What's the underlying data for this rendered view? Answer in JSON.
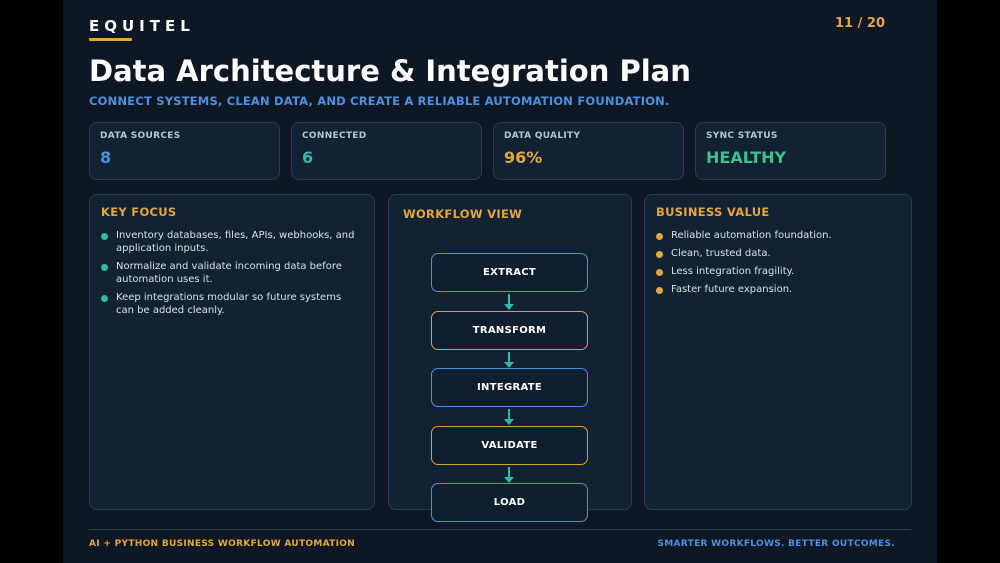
{
  "header": {
    "brand": "EQUITEL",
    "page_indicator": "11 / 20"
  },
  "title": "Data Architecture & Integration Plan",
  "subtitle": "CONNECT SYSTEMS, CLEAN DATA, AND CREATE A RELIABLE AUTOMATION FOUNDATION.",
  "stats": [
    {
      "label": "DATA SOURCES",
      "value": "8",
      "color": "#4d8fe0"
    },
    {
      "label": "CONNECTED",
      "value": "6",
      "color": "#30b9a6"
    },
    {
      "label": "DATA QUALITY",
      "value": "96%",
      "color": "#e3a73c"
    },
    {
      "label": "SYNC STATUS",
      "value": "HEALTHY",
      "color": "#3fbf8a"
    }
  ],
  "key_focus": {
    "title": "KEY FOCUS",
    "items": [
      "Inventory databases, files, APIs, webhooks, and application inputs.",
      "Normalize and validate incoming data before automation uses it.",
      "Keep integrations modular so future systems can be added cleanly."
    ]
  },
  "workflow": {
    "title": "WORKFLOW VIEW",
    "steps": [
      "EXTRACT",
      "TRANSFORM",
      "INTEGRATE",
      "VALIDATE",
      "LOAD"
    ]
  },
  "business_value": {
    "title": "BUSINESS VALUE",
    "items": [
      "Reliable automation foundation.",
      "Clean, trusted data.",
      "Less integration fragility.",
      "Faster future expansion."
    ]
  },
  "footer": {
    "left": "AI + PYTHON BUSINESS WORKFLOW AUTOMATION",
    "right": "SMARTER WORKFLOWS. BETTER OUTCOMES."
  },
  "colors": {
    "background": "#0d1824",
    "accent_gold": "#e3a73c",
    "accent_blue": "#4d8fe0",
    "accent_teal": "#30b9a6"
  }
}
